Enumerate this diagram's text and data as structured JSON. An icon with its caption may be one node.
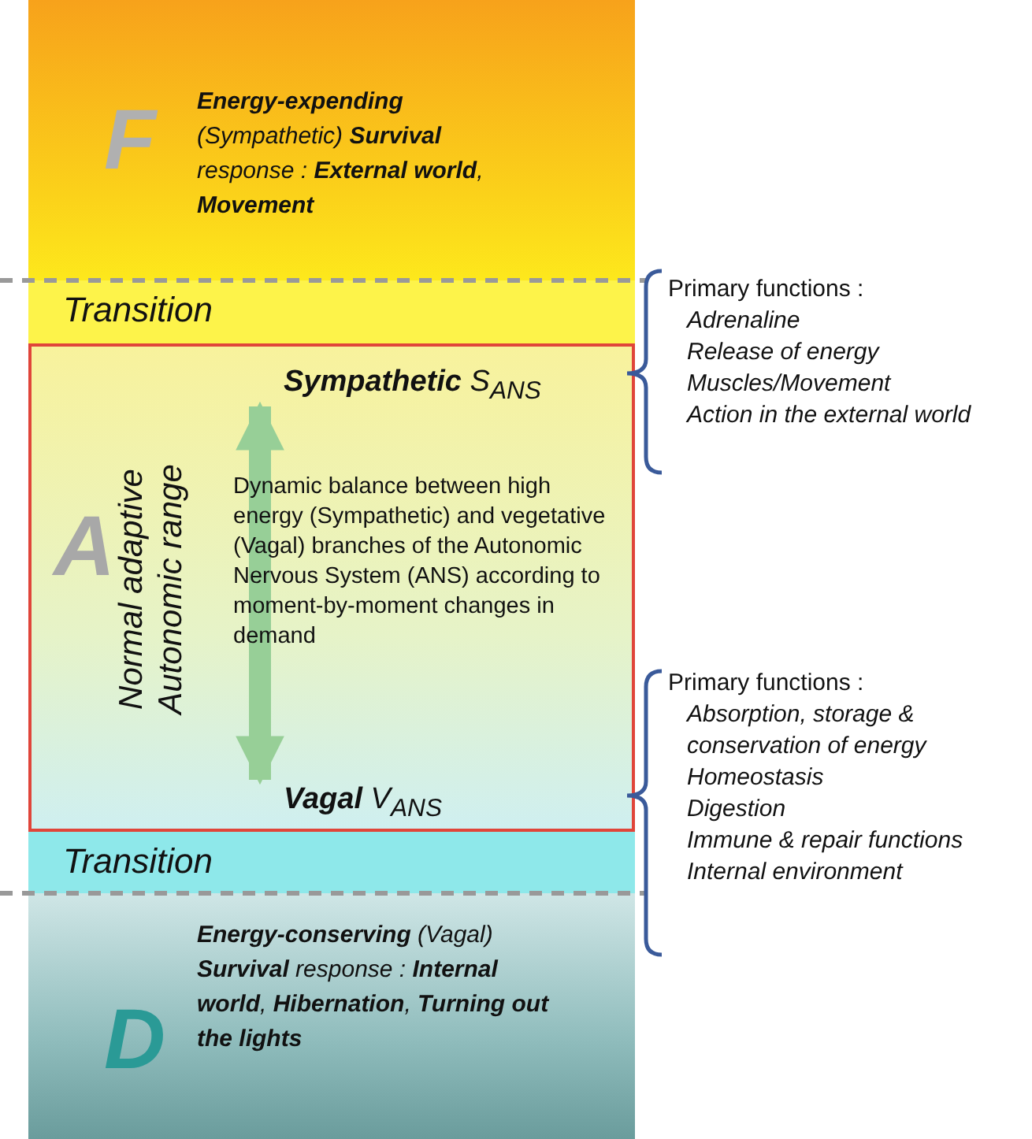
{
  "diagram": {
    "nodes": [
      {
        "text": [
          "F",
          "**Energy-expending** (Sympathetic) **Survival** response : **External world**, **Movement**"
        ]
      },
      {
        "text": [
          "Transition"
        ]
      },
      {
        "text": [
          "A",
          "Normal adaptive Autonomic range",
          "Dynamic balance between high energy (Sympathetic) and vegetative (Vagal) branches of the Autonomic Nervous System (ANS) according to moment-by-moment changes in demand"
        ]
      },
      {
        "text": [
          "**Sympathetic** S$_{ANS}$"
        ],
        "in": 2
      },
      {
        "text": [
          "**Vagal** V$_{ANS}$"
        ],
        "in": 2
      },
      {
        "text": [
          "Transition"
        ]
      },
      {
        "text": [
          "D",
          "**Energy-conserving** (Vagal) **Survival** response : **Internal world**, **Hibernation**, **Turning out the lights**"
        ]
      },
      {
        "text": [
          "Primary functions :",
          "Adrenaline",
          "Release of energy",
          "Muscles/Movement",
          "Action in the external world"
        ]
      },
      {
        "text": [
          "Primary functions :",
          "Absorption, storage & conservation of energy",
          "Homeostasis",
          "Digestion",
          "Immune & repair functions",
          "Internal environment"
        ]
      }
    ],
    "edges": [
      {
        "from": 3,
        "to": 4,
        "arrow": "both"
      }
    ]
  }
}
